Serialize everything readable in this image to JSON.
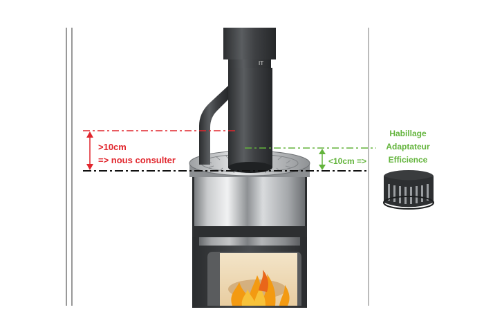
{
  "annotations": {
    "red_line1": ">10cm",
    "red_line2": "=> nous consulter",
    "green_measure": "<10cm =>",
    "product_name": [
      "Habillage",
      "Adaptateur",
      "Efficience"
    ]
  },
  "colors": {
    "red": "#e1262d",
    "green": "#63b43c",
    "dash_black": "#111111",
    "pipe": "#3b3d3f",
    "steel": "#b9bcbf",
    "fire": "#f39a12"
  },
  "icons": {
    "flue_pipe": "flue-pipe-icon",
    "stove": "stove-icon",
    "adapter_ring": "adapter-ring-icon"
  }
}
